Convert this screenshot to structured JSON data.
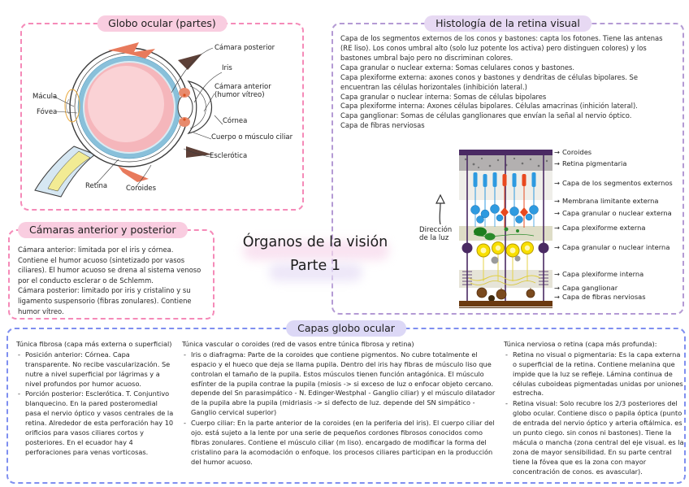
{
  "main_title": {
    "line1": "Órganos de la visión",
    "line2": "Parte 1"
  },
  "globo": {
    "title": "Globo ocular (partes)",
    "labels": {
      "camara_posterior": "Cámara posterior",
      "iris": "Iris",
      "camara_anterior": "Cámara anterior\n(humor vítreo)",
      "cornea": "Córnea",
      "cuerpo_ciliar": "Cuerpo o músculo ciliar",
      "esclerotica": "Esclerótica",
      "retina": "Retina",
      "coroides": "Coroides",
      "macula": "Mácula",
      "fovea": "Fóvea"
    }
  },
  "histologia": {
    "title": "Histología de la retina visual",
    "paragraphs": [
      "Capa de los segmentos externos de los conos y bastones: capta los fotones. Tiene las antenas (RE liso). Los conos umbral alto (solo luz potente los activa) pero distinguen colores) y los bastones umbral bajo pero no discriminan colores.",
      "Capa granular o nuclear externa: Somas celulares conos y bastones.",
      "Capa plexiforme externa: axones conos y bastones y dendritas de células bipolares. Se encuentran las células horizontales (inhibición lateral.)",
      "Capa granular o nuclear interna: Somas de células bipolares",
      "Capa plexiforme interna: Axones células bipolares. Células amacrinas (inhición lateral).",
      "Capa ganglionar: Somas de células ganglionares que envían la señal al nervio óptico.",
      "Capa de fibras nerviosas"
    ],
    "diagram": {
      "direction_label": "Dirección\nde la luz",
      "layer_labels": [
        "Coroides",
        "Retina pigmentaria",
        "Capa de los segmentos externos",
        "Membrana limitante externa",
        "Capa granular o nuclear externa",
        "Capa plexiforme externa",
        "Capa granular o nuclear interna",
        "Capa plexiforme interna",
        "Capa ganglionar",
        "Capa de fibras nerviosas"
      ]
    }
  },
  "camaras": {
    "title": "Cámaras anterior y posterior",
    "lines": [
      "Cámara anterior: limitada por el iris y córnea.",
      "Contiene el humor acuoso (sintetizado por vasos ciliares). El humor acuoso se drena al sistema venoso por el conducto esclerar o de Schlemm.",
      "Cámara posterior: limitado por iris y cristalino y su ligamento suspensorio (fibras zonulares). Contiene humor vítreo."
    ]
  },
  "capas": {
    "title": "Capas globo ocular",
    "columns": [
      {
        "header": "Túnica fibrosa (capa más externa o superficial)",
        "items": [
          "Posición anterior: Córnea. Capa transparente. No recibe vascularización. Se nutre a nivel superficial por lágrimas y a nivel profundos por humor acuoso.",
          "Porción posterior: Esclerótica. T. Conjuntivo blanquecino. En la pared posteromedial pasa el nervio óptico y vasos centrales de la retina. Alrededor de esta perforación hay 10 orificios para vasos ciliares cortos y posteriores. En el ecuador hay 4 perforaciones para venas vorticosas."
        ]
      },
      {
        "header": "Túnica vascular o coroides (red de vasos entre túnica fibrosa y retina)",
        "items": [
          "Iris o diafragma: Parte de la coroides que contiene pigmentos. No cubre totalmente el espacio y el hueco que deja se llama pupila. Dentro del iris hay fibras de músculo liso que controlan el tamaño de la pupila. Estos músculos tienen función antagónica. El músculo esfínter de la pupila contrae la pupila (miosis -> si exceso de luz o enfocar objeto cercano. depende del Sn parasimpático - N. Edinger-Westphal - Ganglio ciliar) y el músculo dilatador de la pupila abre la pupila (midriasis -> si defecto de luz. depende del SN simpático - Ganglio cervical superior)",
          "Cuerpo ciliar: En la parte anterior de la coroides (en la periferia del iris). El cuerpo ciliar del ojo. está sujeto a la lente por una serie de pequeños cordones fibrosos conocidos como fibras zonulares. Contiene el músculo ciliar (m liso). encargado de modificar la forma del cristalino para la acomodación o enfoque. los procesos ciliares participan en la producción del humor acuoso."
        ]
      },
      {
        "header": "Túnica nerviosa o retina (capa más profunda):",
        "items": [
          "Retina no visual o pigmentaria: Es la capa externa o superficial de la retina. Contiene melanina que impide que la luz se refleje. Lámina continua de células cuboideas pigmentadas unidas por uniones estrecha.",
          "Retina visual: Solo recubre los 2/3 posteriores del globo ocular. Contiene disco o papila óptica (punto de entrada del nervio óptico y arteria oftálmica. es un punto ciego. sin conos ni bastones). Tiene la mácula o mancha (zona central del eje visual. es la zona de mayor sensibilidad. En su parte central tiene la fóvea que es la zona con mayor concentración de conos. es avascular)."
        ]
      }
    ]
  },
  "colors": {
    "pink_border": "#f58ab8",
    "pink_pill": "#f9cde0",
    "purple_border": "#b49ad4",
    "purple_pill": "#e7d9f3",
    "blue_border": "#7f8ff0",
    "lavender_pill": "#dcd8f6"
  }
}
